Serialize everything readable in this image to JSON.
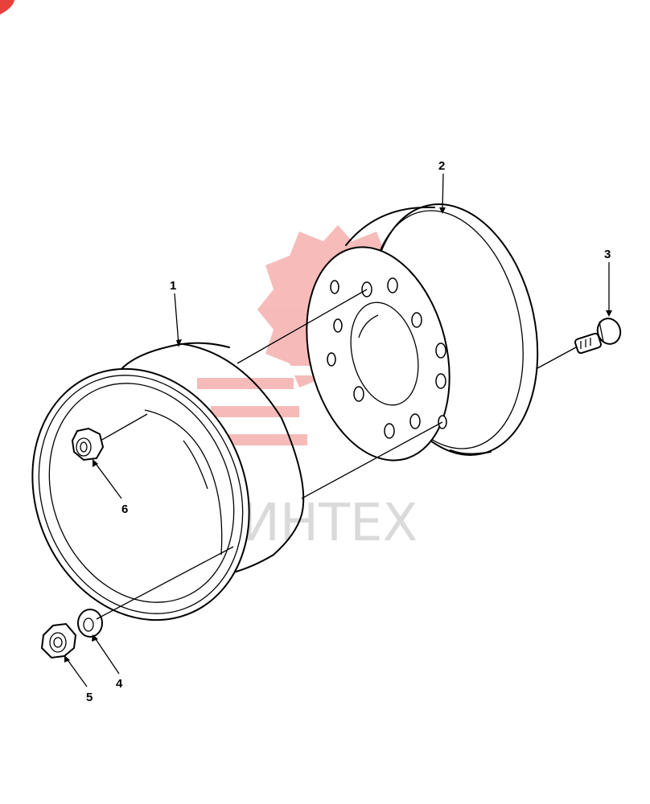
{
  "diagram": {
    "callouts": [
      {
        "id": "1",
        "label": "1"
      },
      {
        "id": "2",
        "label": "2"
      },
      {
        "id": "3",
        "label": "3"
      },
      {
        "id": "4",
        "label": "4"
      },
      {
        "id": "5",
        "label": "5"
      },
      {
        "id": "6",
        "label": "6"
      }
    ],
    "watermark": {
      "text": "ИНТЕХ",
      "color": "#e8403a"
    }
  },
  "colors": {
    "line": "#000000",
    "background": "#ffffff",
    "watermark": "#e8403a"
  }
}
